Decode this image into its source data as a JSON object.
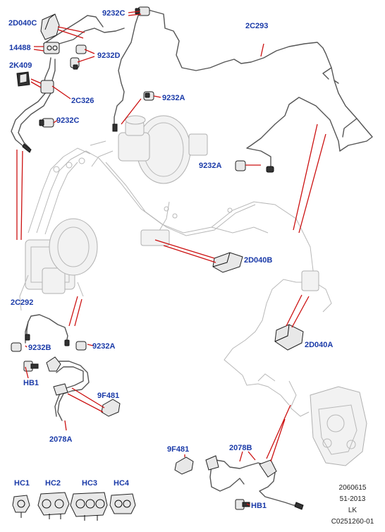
{
  "labels": {
    "2D040C": "2D040C",
    "9232C_top": "9232C",
    "14488": "14488",
    "9232D": "9232D",
    "2K409": "2K409",
    "2C326": "2C326",
    "9232C_mid": "9232C",
    "2C293": "2C293",
    "9232A_upper": "9232A",
    "9232A_right": "9232A",
    "2D040B": "2D040B",
    "2C292": "2C292",
    "9232B": "9232B",
    "9232A_lower": "9232A",
    "HB1_left": "HB1",
    "9F481_left": "9F481",
    "2078A": "2078A",
    "2D040A": "2D040A",
    "9F481_right": "9F481",
    "2078B": "2078B",
    "HB1_right": "HB1",
    "HC1": "HC1",
    "HC2": "HC2",
    "HC3": "HC3",
    "HC4": "HC4"
  },
  "footer": {
    "line1": "2060615",
    "line2": "51-2013",
    "line3": "LK",
    "line4": "C0251260-01"
  },
  "colors": {
    "label": "#1a3aa8",
    "leader": "#cc1111",
    "line": "#555555"
  }
}
